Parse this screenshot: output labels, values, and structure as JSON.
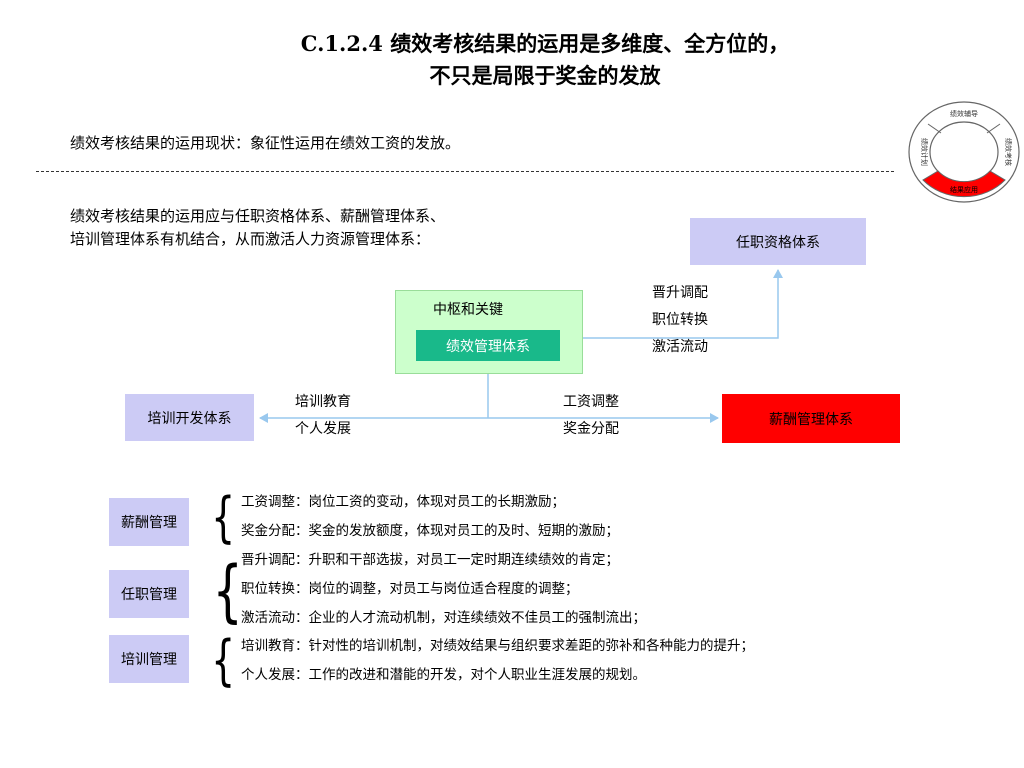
{
  "title": {
    "line1": "C.1.2.4 绩效考核结果的运用是多维度、全方位的，",
    "line2": "不只是局限于奖金的发放"
  },
  "cycle": {
    "top": "绩效辅导",
    "right": "绩效考核",
    "bottom": "结果应用",
    "left": "绩效计划",
    "active_color": "#ff0000"
  },
  "intro": "绩效考核结果的运用现状：象征性运用在绩效工资的发放。",
  "description": {
    "line1": "绩效考核结果的运用应与任职资格体系、薪酬管理体系、",
    "line2": "培训管理体系有机结合，从而激活人力资源管理体系："
  },
  "diagram": {
    "hub_label": "中枢和关键",
    "center": "绩效管理体系",
    "qualification": "任职资格体系",
    "training": "培训开发体系",
    "salary": "薪酬管理体系",
    "up_labels": [
      "晋升调配",
      "职位转换",
      "激活流动"
    ],
    "left_labels": [
      "培训教育",
      "个人发展"
    ],
    "right_labels": [
      "工资调整",
      "奖金分配"
    ]
  },
  "sections": [
    {
      "name": "薪酬管理",
      "items": [
        "工资调整：岗位工资的变动，体现对员工的长期激励；",
        "奖金分配：奖金的发放额度，体现对员工的及时、短期的激励；"
      ]
    },
    {
      "name": "任职管理",
      "items": [
        "晋升调配：升职和干部选拔，对员工一定时期连续绩效的肯定；",
        "职位转换：岗位的调整，对员工与岗位适合程度的调整；",
        "激活流动：企业的人才流动机制，对连续绩效不佳员工的强制流出；"
      ]
    },
    {
      "name": "培训管理",
      "items": [
        "培训教育：针对性的培训机制，对绩效结果与组织要求差距的弥补和各种能力的提升；",
        "个人发展：工作的改进和潜能的开发，对个人职业生涯发展的规划。"
      ]
    }
  ],
  "colors": {
    "lavender": "#cccbf5",
    "hub_green": "#ccffcc",
    "center_teal": "#19b98a",
    "salary_red": "#ff0000",
    "connector_blue": "#99c8ee"
  }
}
